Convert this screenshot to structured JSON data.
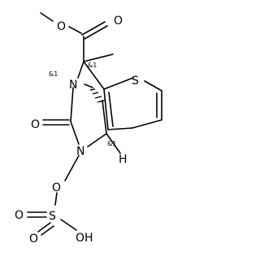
{
  "atoms": {
    "ester_O_single": "O",
    "ester_O_double": "O",
    "amide_N": "N",
    "amide_O": "O",
    "ring_N": "N",
    "sulfate_O_link": "O",
    "sulfur_S": "S",
    "sulfate_O_left": "O",
    "sulfate_O_bottom": "O",
    "sulfate_OH": "OH",
    "thiophene_S": "S",
    "bridgehead_H": "H"
  },
  "stereo_labels": {
    "top_center": "&1",
    "amide_N": "&1",
    "bottom_center": "&1"
  }
}
